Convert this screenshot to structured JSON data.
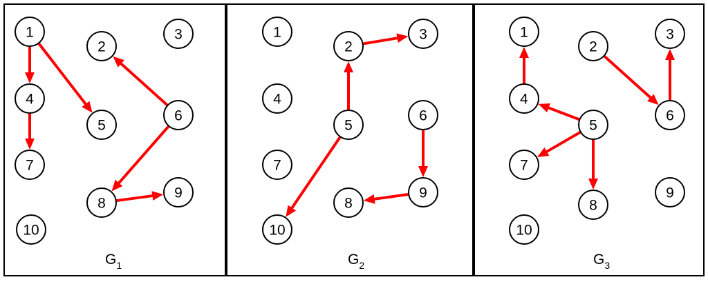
{
  "colors": {
    "edge": "#ff0000",
    "node_stroke": "#000000",
    "background": "#ffffff"
  },
  "graphs": [
    {
      "caption_main": "G",
      "caption_sub": "1",
      "nodes": [
        "1",
        "2",
        "3",
        "4",
        "5",
        "6",
        "7",
        "8",
        "9",
        "10"
      ],
      "edges": [
        {
          "from": "1",
          "to": "4"
        },
        {
          "from": "1",
          "to": "5"
        },
        {
          "from": "4",
          "to": "7"
        },
        {
          "from": "6",
          "to": "2"
        },
        {
          "from": "6",
          "to": "8"
        },
        {
          "from": "8",
          "to": "9"
        }
      ]
    },
    {
      "caption_main": "G",
      "caption_sub": "2",
      "nodes": [
        "1",
        "2",
        "3",
        "4",
        "5",
        "6",
        "7",
        "8",
        "9",
        "10"
      ],
      "edges": [
        {
          "from": "2",
          "to": "3"
        },
        {
          "from": "5",
          "to": "2"
        },
        {
          "from": "5",
          "to": "10"
        },
        {
          "from": "6",
          "to": "9"
        },
        {
          "from": "9",
          "to": "8"
        }
      ]
    },
    {
      "caption_main": "G",
      "caption_sub": "3",
      "nodes": [
        "1",
        "2",
        "3",
        "4",
        "5",
        "6",
        "7",
        "8",
        "9",
        "10"
      ],
      "edges": [
        {
          "from": "4",
          "to": "1"
        },
        {
          "from": "2",
          "to": "6"
        },
        {
          "from": "6",
          "to": "3"
        },
        {
          "from": "5",
          "to": "4"
        },
        {
          "from": "5",
          "to": "7"
        },
        {
          "from": "5",
          "to": "8"
        }
      ]
    }
  ]
}
